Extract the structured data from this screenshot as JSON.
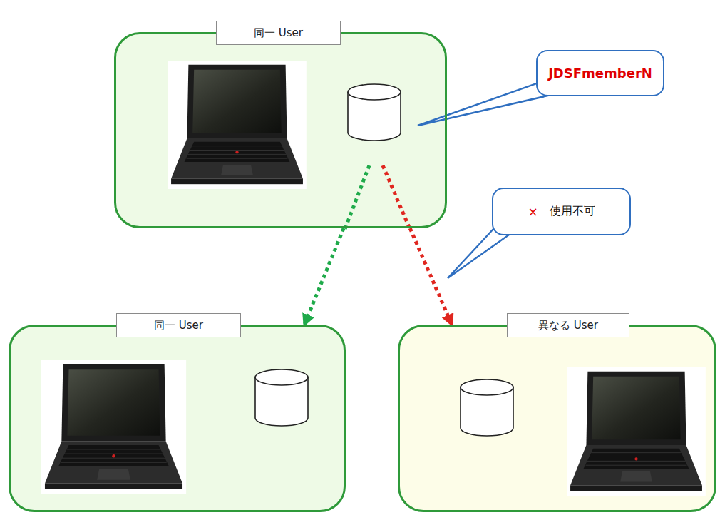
{
  "diagram": {
    "nodes": [
      {
        "text": [
          "同一 User"
        ]
      },
      {
        "text": [
          "同一 User"
        ]
      },
      {
        "text": [
          "異なる User"
        ]
      },
      {
        "text": [
          "JDSFmemberN"
        ]
      },
      {
        "text": [
          "×",
          "使用不可"
        ]
      }
    ],
    "edges": [
      {
        "from": 0,
        "to": 1,
        "arrow": "to"
      },
      {
        "from": 0,
        "to": 2,
        "arrow": "to"
      }
    ]
  }
}
